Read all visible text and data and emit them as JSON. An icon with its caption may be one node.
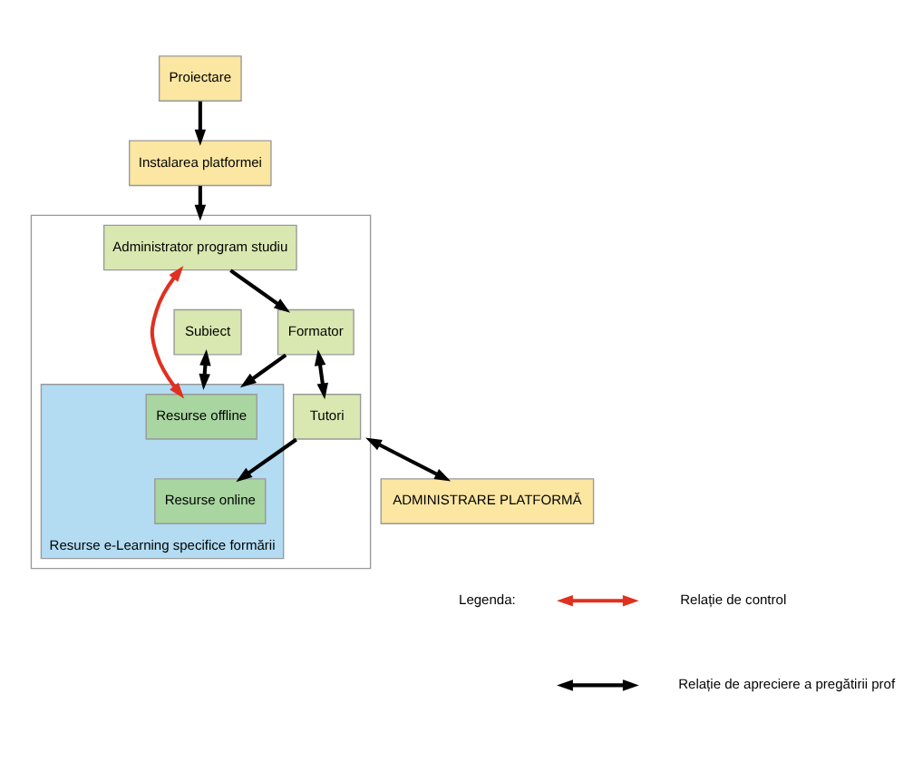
{
  "diagram": {
    "nodes": [
      {
        "text": [
          "Proiectare"
        ]
      },
      {
        "text": [
          "Instalarea platformei"
        ]
      },
      {
        "text": [],
        "shape": "box"
      },
      {
        "text": [
          "Resurse e-Learning specifice formării"
        ],
        "in": 2
      },
      {
        "text": [
          "Resurse offline"
        ],
        "in": 3
      },
      {
        "text": [
          "Resurse online"
        ],
        "in": 3
      },
      {
        "text": [
          "Subiect"
        ],
        "in": 2
      },
      {
        "text": [
          "Administrator program studiu"
        ],
        "in": 2
      },
      {
        "text": [
          "Formator"
        ],
        "in": 2
      },
      {
        "text": [
          "Tutori"
        ],
        "in": 2
      },
      {
        "text": [
          "ADMINISTRARE PLATFORMĂ"
        ]
      }
    ],
    "edges": [
      {
        "from": 0,
        "to": 1,
        "arrow": "to"
      },
      {
        "from": 1,
        "to": 2,
        "arrow": "to"
      },
      {
        "from": 6,
        "to": 3,
        "arrow": "both"
      },
      {
        "from": 4,
        "to": 7,
        "arrow": "both",
        "color": "#e03020"
      },
      {
        "from": 7,
        "to": 8,
        "arrow": "to"
      },
      {
        "from": 8,
        "to": 3,
        "arrow": "to"
      },
      {
        "from": 9,
        "to": 5,
        "arrow": "to"
      },
      {
        "from": 8,
        "to": 9,
        "arrow": "both"
      },
      {
        "from": 2,
        "to": 10,
        "arrow": "both"
      }
    ],
    "labels": [
      "Legenda:"
    ],
    "legend": [
      {
        "text": "Relație de control"
      },
      {
        "text": "Relație de apreciere a pregătirii prof"
      }
    ]
  }
}
